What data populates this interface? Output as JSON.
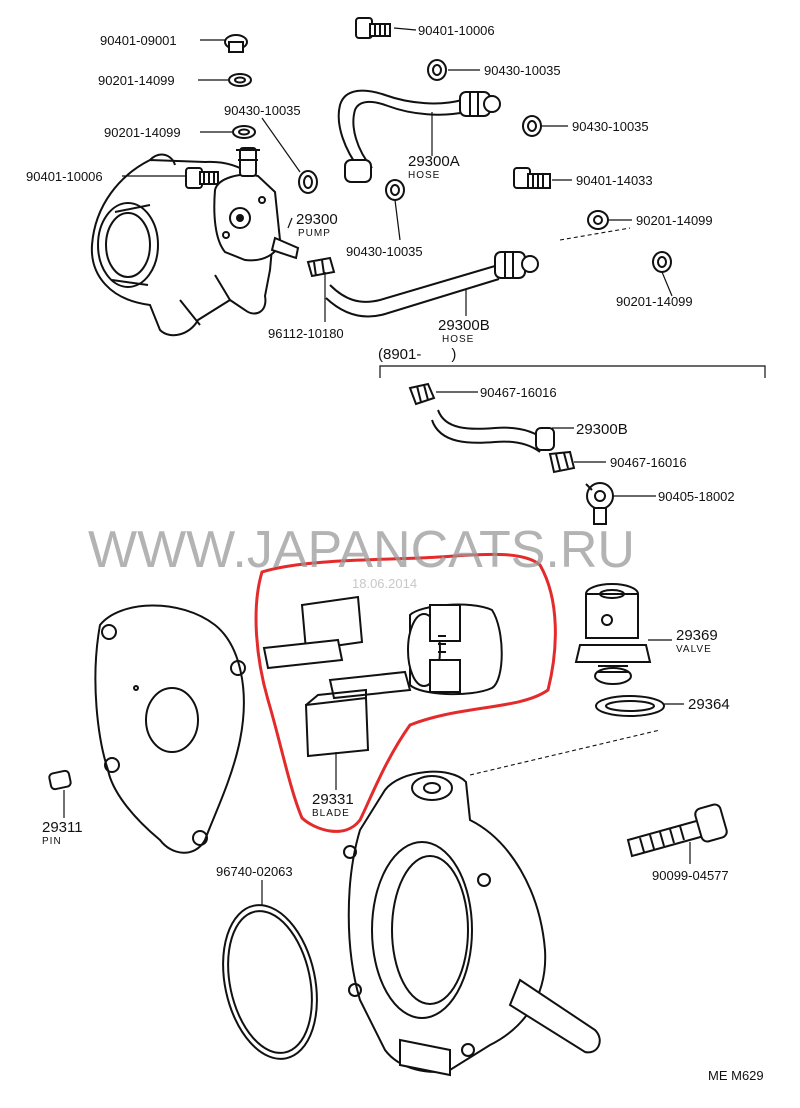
{
  "parts": {
    "p90401_09001": "90401-09001",
    "p90201_14099_a": "90201-14099",
    "p90430_10035_top": "90430-10035",
    "p90201_14099_b": "90201-14099",
    "p90401_10006_left": "90401-10006",
    "p90401_10006_top": "90401-10006",
    "p90430_10035_right": "90430-10035",
    "p90430_10035_rtop": "90430-10035",
    "p90401_14033": "90401-14033",
    "p90201_14099_c": "90201-14099",
    "p90201_14099_d": "90201-14099",
    "p90430_10035_mid": "90430-10035",
    "p96112_10180": "96112-10180",
    "p90467_16016_a": "90467-16016",
    "p90467_16016_b": "90467-16016",
    "p90405_18002": "90405-18002",
    "p96740_02063": "96740-02063",
    "p90099_04577": "90099-04577"
  },
  "assemblies": {
    "hose_a_num": "29300A",
    "hose_a_label": "HOSE",
    "pump_num": "29300",
    "pump_label": "PUMP",
    "hose_b_num": "29300B",
    "hose_b_label": "HOSE",
    "hose_b2_num": "29300B",
    "valve_num": "29369",
    "valve_label": "VALVE",
    "gasket_num": "29364",
    "blade_num": "29331",
    "blade_label": "BLADE",
    "pin_num": "29311",
    "pin_label": "PIN"
  },
  "bracket_label": "(8901-  )",
  "watermark": "WWW.JAPANCATS.RU",
  "date_stamp": "18.06.2014",
  "footer_code": "ME  M629",
  "highlight_color": "#e32b2b"
}
